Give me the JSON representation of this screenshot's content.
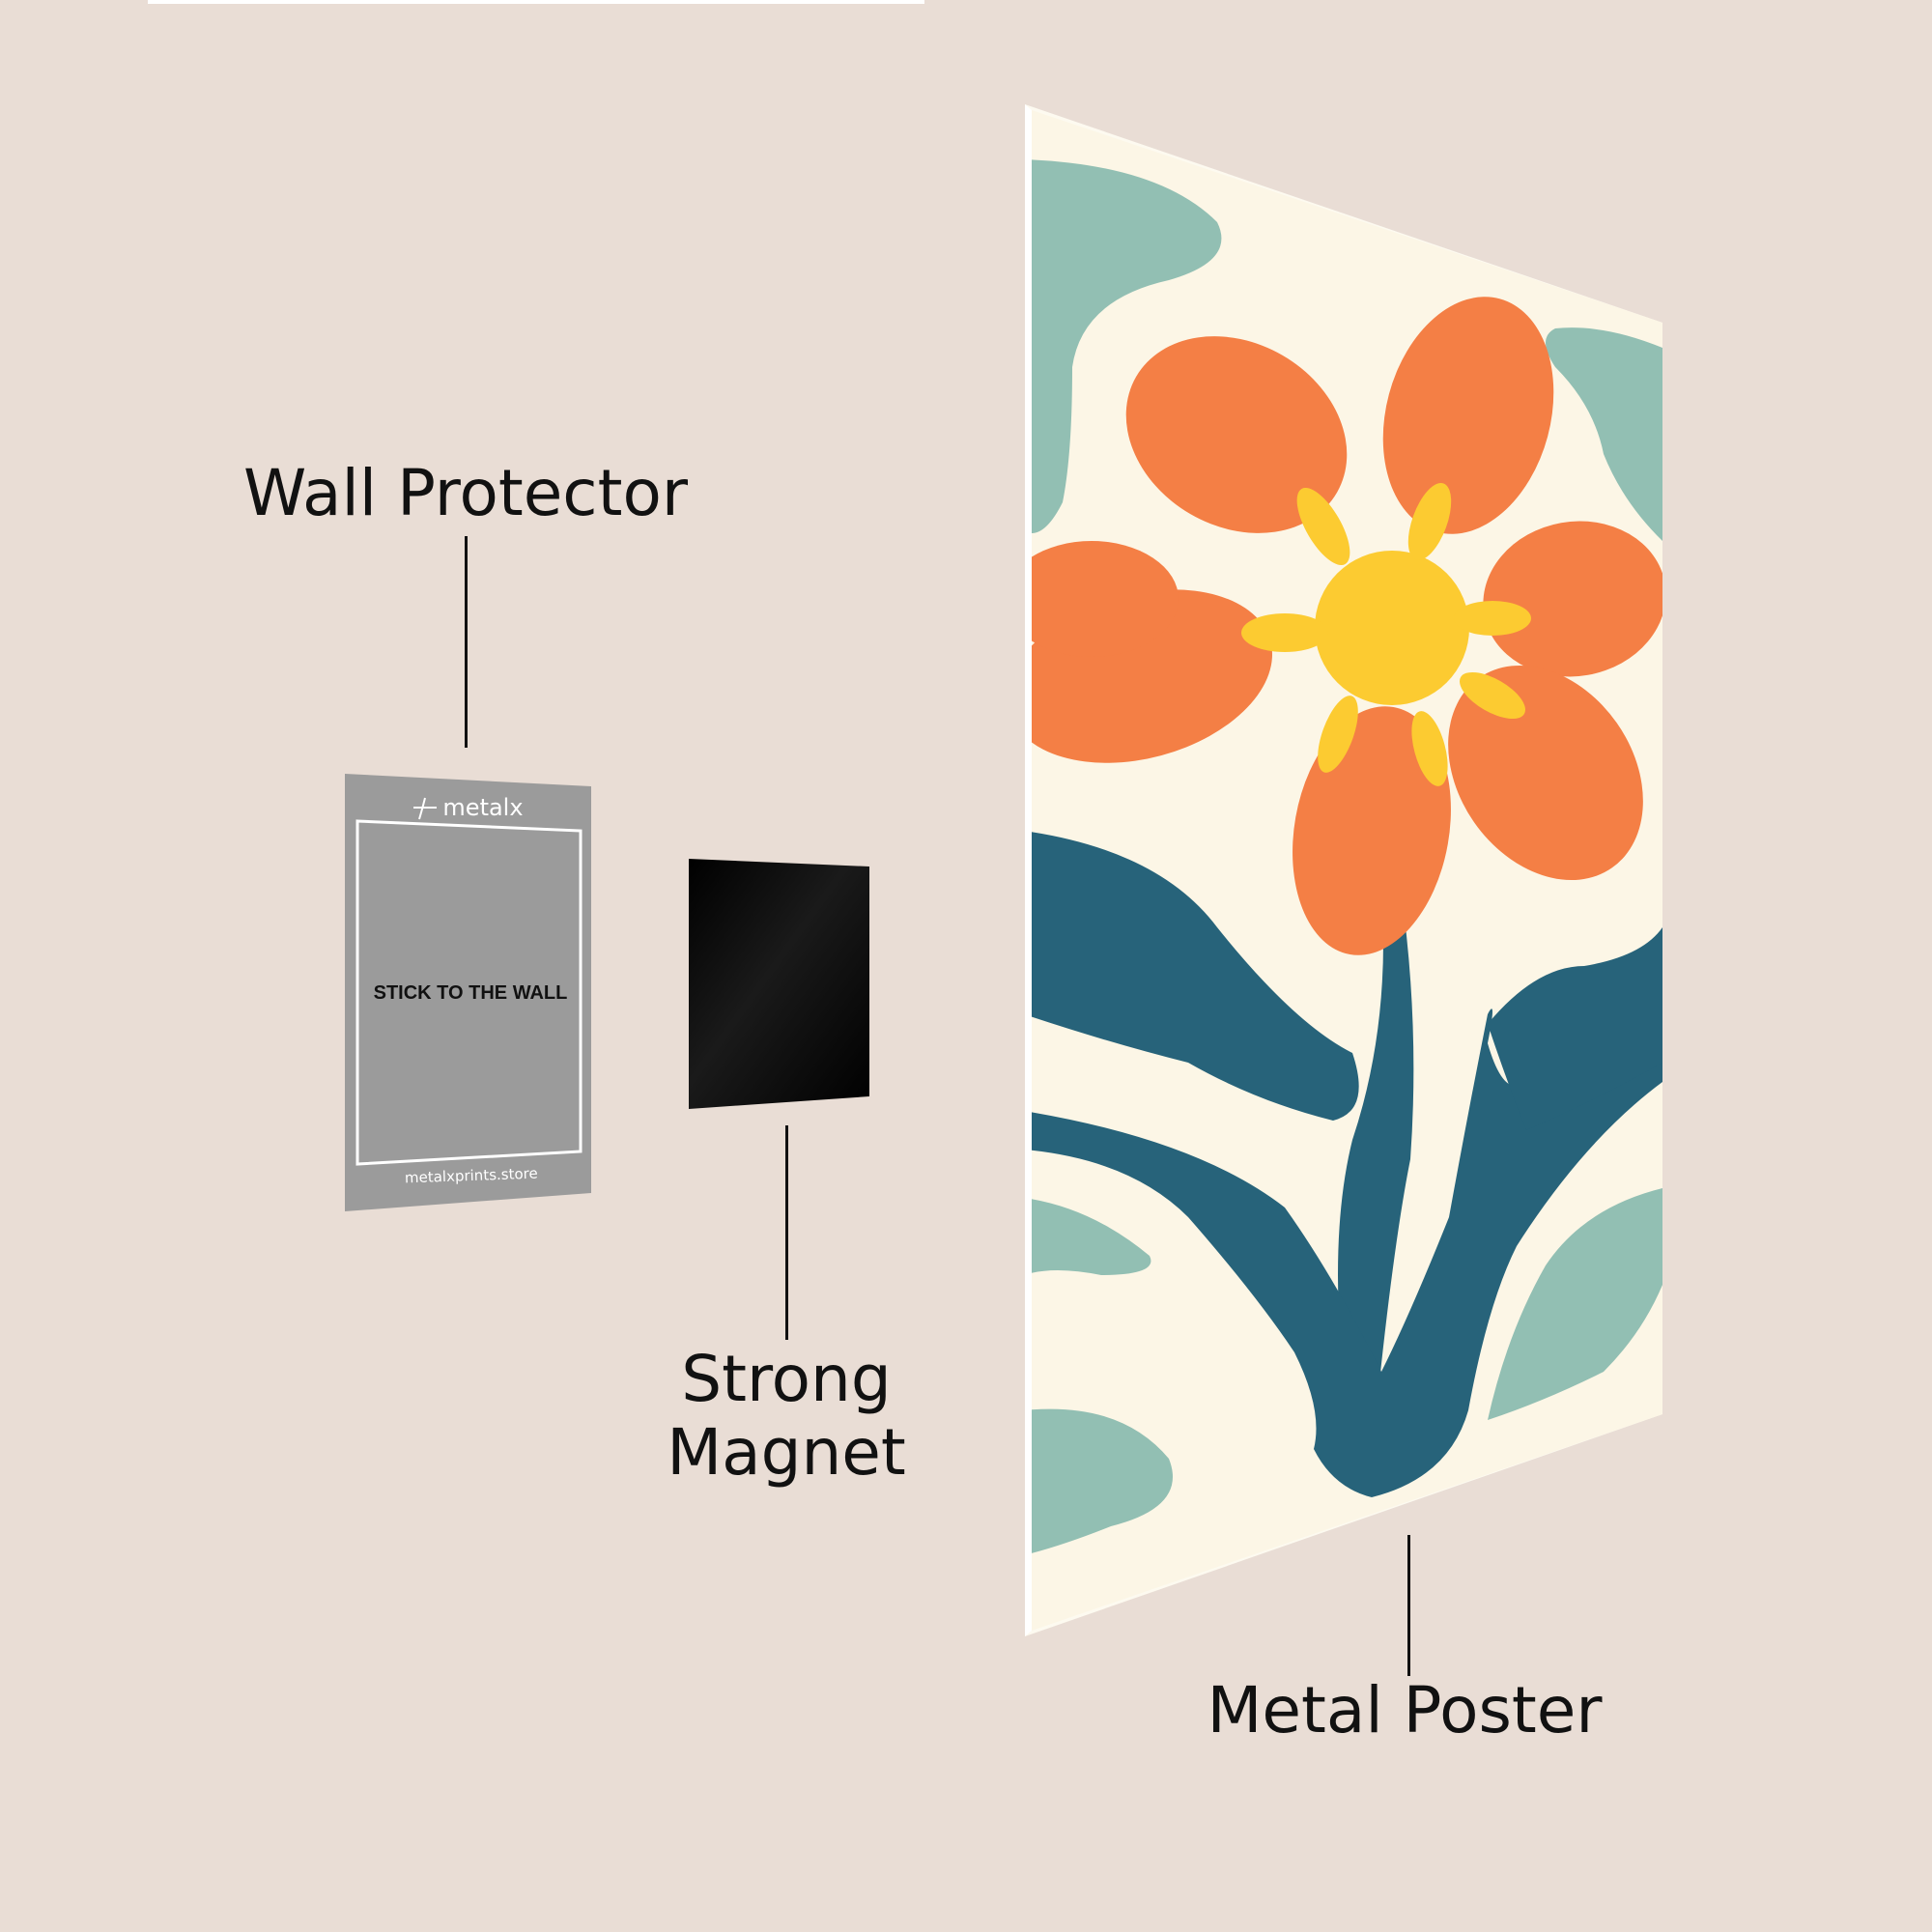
{
  "labels": {
    "wall_protector": "Wall Protector",
    "strong": "Strong",
    "magnet": "Magnet",
    "metal_poster": "Metal Poster"
  },
  "wall_protector_card": {
    "brand_logo": "metalx",
    "instruction": "STICK TO THE WALL",
    "website": "metalxprints.store"
  },
  "colors": {
    "background": "#e9ddd5",
    "protector_gray": "#9b9b9b",
    "magnet_black": "#050505",
    "poster_cream": "#fcf6e6",
    "petal_orange": "#f47f45",
    "center_yellow": "#fccb31",
    "leaf_dark_teal": "#27637a",
    "leaf_mint": "#92bfb3"
  }
}
